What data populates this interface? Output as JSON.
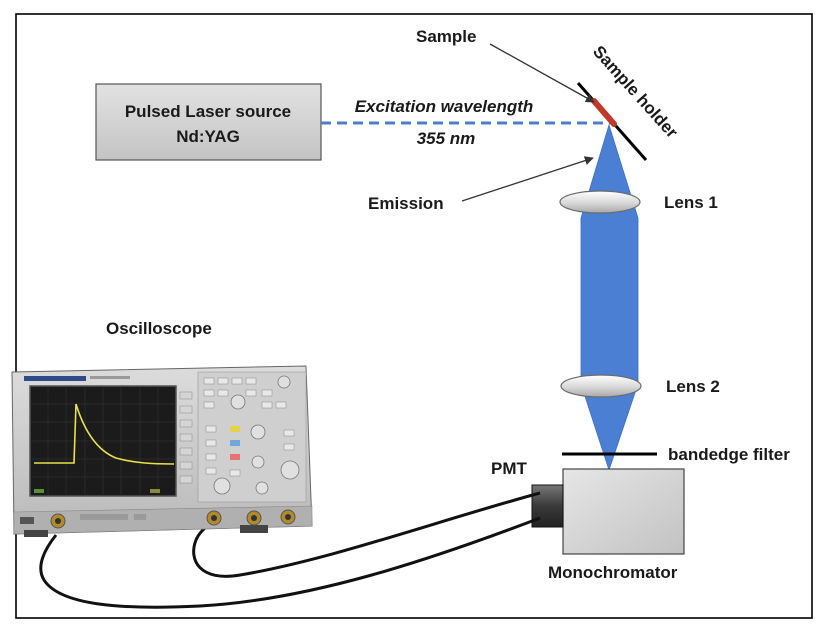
{
  "laser_source": {
    "line1": "Pulsed Laser source",
    "line2": "Nd:YAG"
  },
  "excitation": {
    "line1": "Excitation wavelength",
    "line2": "355 nm"
  },
  "labels": {
    "sample": "Sample",
    "sample_holder": "Sample holder",
    "emission": "Emission",
    "lens1": "Lens 1",
    "lens2": "Lens 2",
    "oscilloscope": "Oscilloscope",
    "bandedge_filter": "bandedge filter",
    "pmt": "PMT",
    "monochromator": "Monochromator"
  },
  "colors": {
    "beam": "#4a7fd4",
    "laser_line": "#4f7fc2",
    "sample": "#c0392b",
    "screen_bg": "#1b1b1b",
    "decay_trace": "#e8e24a"
  }
}
